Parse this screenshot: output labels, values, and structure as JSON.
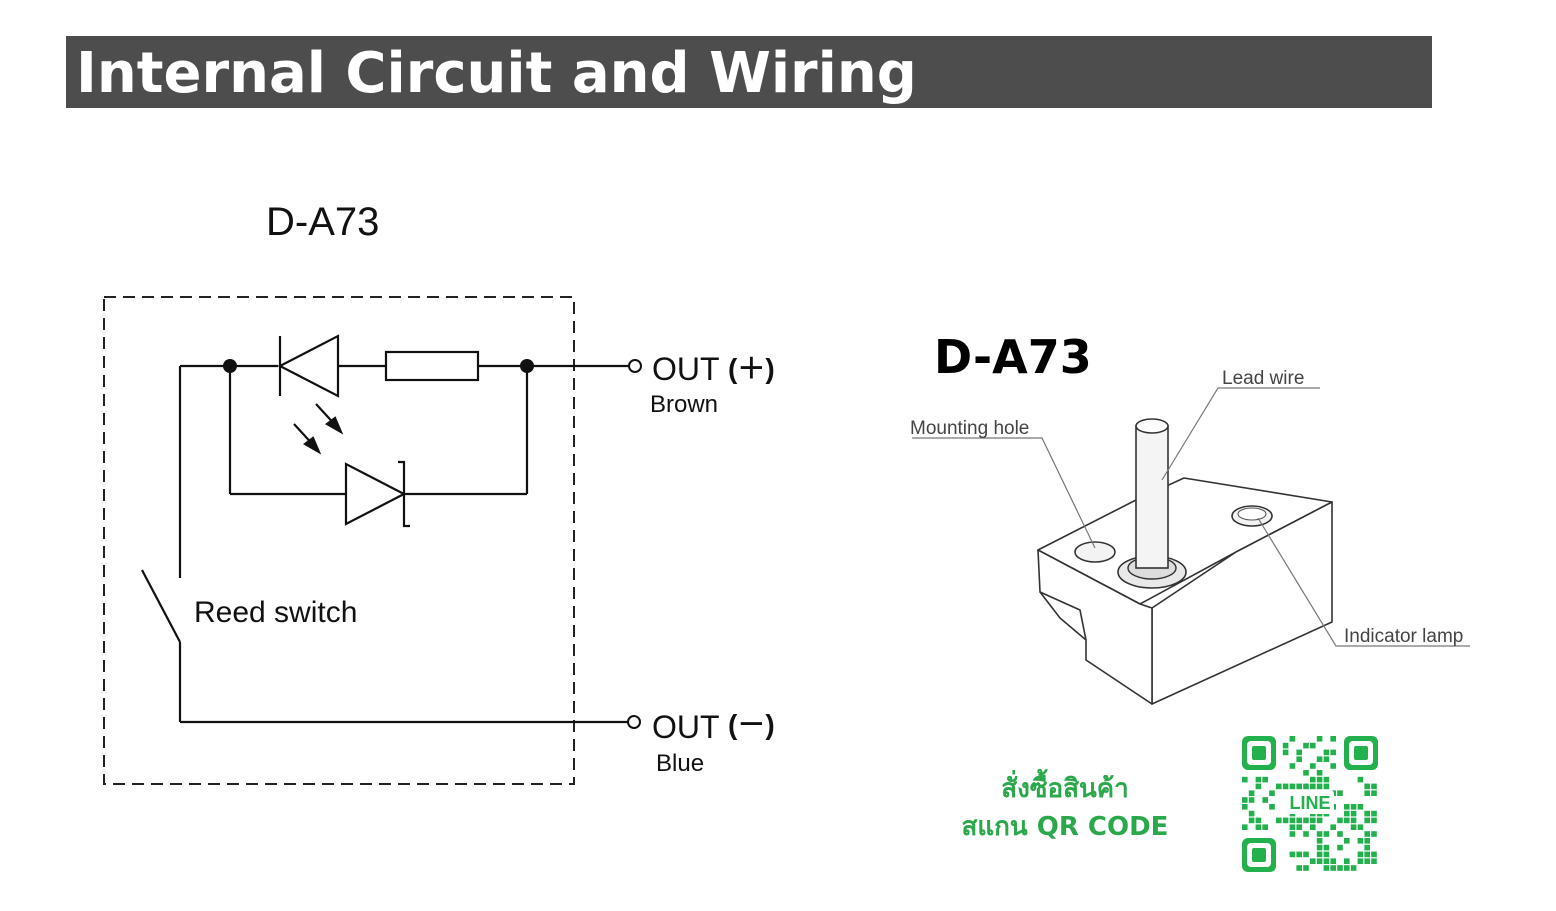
{
  "header": {
    "title": "Internal Circuit and Wiring"
  },
  "circuit": {
    "title": "D-A73",
    "out_plus_label": "OUT",
    "out_plus_sign": "(＋)",
    "out_plus_wire": "Brown",
    "out_minus_label": "OUT",
    "out_minus_sign": "(－)",
    "out_minus_wire": "Blue",
    "reed_switch_label": "Reed switch"
  },
  "illustration": {
    "title": "D-A73",
    "lead_wire_label": "Lead wire",
    "mounting_hole_label": "Mounting hole",
    "indicator_lamp_label": "Indicator lamp"
  },
  "order": {
    "line1": "สั่งซื้อสินค้า",
    "line2": "สแกน QR CODE",
    "qr_badge": "LINE"
  },
  "colors": {
    "header_bg": "#4d4d4d",
    "accent_green": "#2aa84a",
    "qr_green": "#22b14c"
  }
}
